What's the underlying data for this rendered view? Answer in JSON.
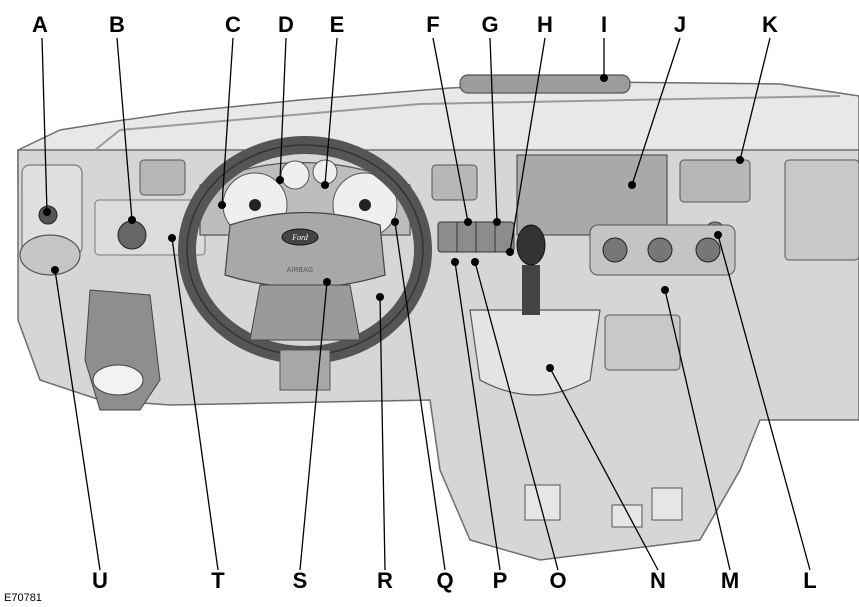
{
  "figure_id": "E70781",
  "callouts": [
    "A",
    "B",
    "C",
    "D",
    "E",
    "F",
    "G",
    "H",
    "I",
    "J",
    "K",
    "L",
    "M",
    "N",
    "O",
    "P",
    "Q",
    "R",
    "S",
    "T",
    "U"
  ],
  "brand_badge": "Ford",
  "airbag_text": "AIRBAG",
  "colors": {
    "dash_light": "#e2e2e2",
    "dash_mid": "#c9c9c9",
    "dash_dark": "#8e8e8e",
    "leader": "#000000",
    "display": "#a9a9a9"
  }
}
